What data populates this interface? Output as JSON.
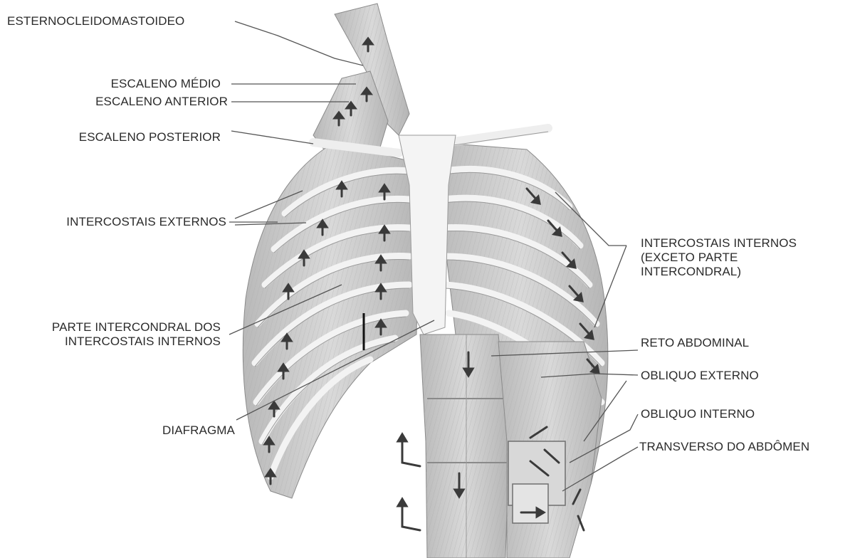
{
  "labels": {
    "esternocleidomastoideo": "ESTERNOCLEIDOMASTOIDEO",
    "escaleno_medio": "ESCALENO MÉDIO",
    "escaleno_anterior": "ESCALENO ANTERIOR",
    "escaleno_posterior": "ESCALENO POSTERIOR",
    "intercostais_externos": "INTERCOSTAIS EXTERNOS",
    "parte_intercondral": [
      "PARTE INTERCONDRAL DOS",
      "INTERCOSTAIS INTERNOS"
    ],
    "diafragma": "DIAFRAGMA",
    "intercostais_internos": [
      "INTERCOSTAIS INTERNOS",
      "(EXCETO PARTE",
      "INTERCONDRAL)"
    ],
    "reto_abdominal": "RETO ABDOMINAL",
    "obliquo_externo": "OBLIQUO EXTERNO",
    "obliquo_interno": "OBLIQUO INTERNO",
    "transverso": "TRANSVERSO DO ABDÔMEN"
  },
  "colors": {
    "text": "#2b2b2b",
    "leader": "#555555",
    "bone": "#f2f2f2",
    "muscle": "#c9c9c9",
    "muscle_dark": "#8f8f8f",
    "arrow": "#3a3a3a"
  }
}
